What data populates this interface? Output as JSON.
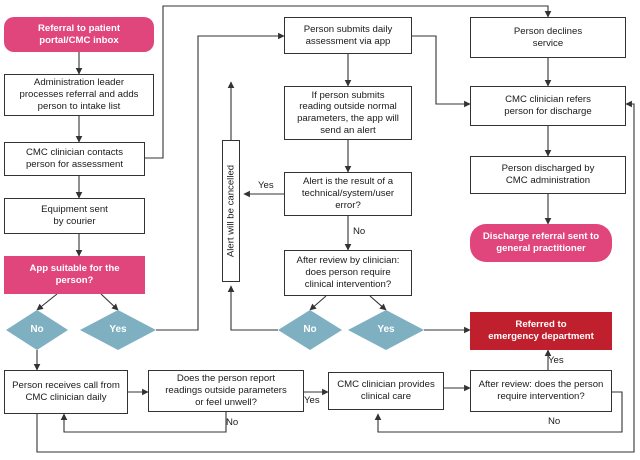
{
  "colors": {
    "pink": "#e0457b",
    "red": "#c0202e",
    "diamond": "#7fb0c2",
    "line": "#333333"
  },
  "nodes": {
    "referral": "Referral to patient\nportal/CMC inbox",
    "admin": "Administration leader\nprocesses referral and adds\nperson to intake list",
    "contact": "CMC clinician contacts\nperson for assessment",
    "equipment": "Equipment sent\nby courier",
    "suitable": "App suitable for the\nperson?",
    "daily_call": "Person receives call from\nCMC clinician daily",
    "report_q": "Does the person report\nreadings outside parameters\nor feel unwell?",
    "clinical_care": "CMC clinician provides\nclinical care",
    "review_q": "After review: does the person\nrequire intervention?",
    "submits": "Person submits daily\nassessment via app",
    "alert_send": "If person submits\nreading outside normal\nparameters, the app will\nsend an alert",
    "alert_error": "Alert is the result of a\ntechnical/system/user\nerror?",
    "clin_interv": "After review by clinician:\ndoes person require\nclinical intervention?",
    "alert_cancelled": "Alert will be cancelled",
    "declines": "Person declines\nservice",
    "refers": "CMC clinician refers\nperson for discharge",
    "discharged": "Person discharged by\nCMC administration",
    "discharge_gp": "Discharge referral sent to\ngeneral practitioner",
    "emergency": "Referred to\nemergency department"
  },
  "decisions": {
    "no_left": "No",
    "yes_left": "Yes",
    "no_mid": "No",
    "yes_mid": "Yes"
  },
  "labels": {
    "yes_alert": "Yes",
    "no_alert": "No",
    "yes_report": "Yes",
    "no_report": "No",
    "yes_review": "Yes",
    "no_review": "No"
  }
}
